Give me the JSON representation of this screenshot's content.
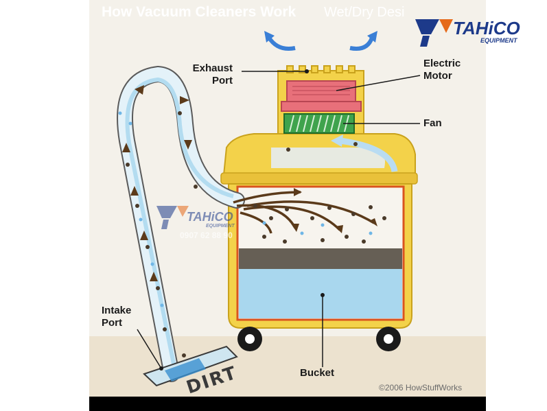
{
  "title": {
    "main": "How Vacuum Cleaners Work",
    "sub": "Wet/Dry Desi"
  },
  "labels": {
    "exhaust_port_1": "Exhaust",
    "exhaust_port_2": "Port",
    "electric_motor_1": "Electric",
    "electric_motor_2": "Motor",
    "fan": "Fan",
    "intake_port_1": "Intake",
    "intake_port_2": "Port",
    "bucket": "Bucket",
    "dirt": "DIRT"
  },
  "copyright": "©2006 HowStuffWorks",
  "brand": {
    "name": "TAHiCO",
    "tagline": "EQUIPMENT",
    "phone": "0907 62 88 90"
  },
  "colors": {
    "title_bar": "#e7b64e",
    "body_yellow": "#f3d24a",
    "bucket_water": "#a9d7ee",
    "motor": "#e8707a",
    "fan": "#3fa34d",
    "hose": "#d8eef7",
    "arrow_blue": "#3a7fd6",
    "brand_blue": "#1d3a8a"
  }
}
